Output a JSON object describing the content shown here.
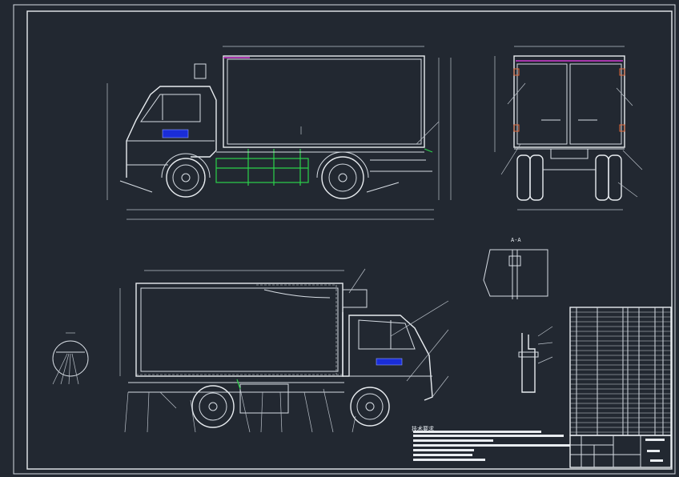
{
  "drawing": {
    "views": [
      "side-view-left",
      "rear-view",
      "side-view-right",
      "detail-section",
      "detail-clip",
      "detail-circle"
    ],
    "section_label": "A-A",
    "tech_requirements_label": "技术要求"
  },
  "colors": {
    "background": "#222831",
    "line": "#d7dde4",
    "green": "#2bd24a",
    "magenta": "#d23ad2",
    "blue": "#1a2dd8"
  }
}
